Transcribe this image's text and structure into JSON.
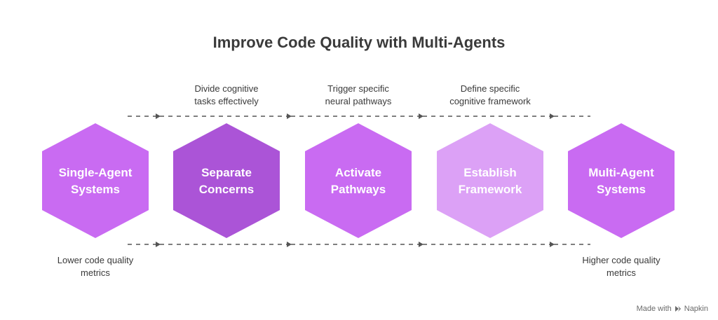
{
  "title": "Improve Code Quality with Multi-Agents",
  "colors": {
    "purple": "#c96bf2",
    "dark_purple": "#ab54d7",
    "light_purple": "#dca1f6",
    "arrow": "#555555",
    "text": "#3a3a3a"
  },
  "stages": [
    {
      "line1": "Single-Agent",
      "line2": "Systems",
      "color": "#c96bf2"
    },
    {
      "line1": "Separate",
      "line2": "Concerns",
      "color": "#ab54d7"
    },
    {
      "line1": "Activate",
      "line2": "Pathways",
      "color": "#c96bf2"
    },
    {
      "line1": "Establish",
      "line2": "Framework",
      "color": "#dca1f6"
    },
    {
      "line1": "Multi-Agent",
      "line2": "Systems",
      "color": "#c96bf2"
    }
  ],
  "top_captions": [
    {
      "line1": "Divide cognitive",
      "line2": "tasks effectively"
    },
    {
      "line1": "Trigger specific",
      "line2": "neural pathways"
    },
    {
      "line1": "Define specific",
      "line2": "cognitive framework"
    }
  ],
  "bottom_captions": [
    {
      "line1": "Lower code quality",
      "line2": "metrics"
    },
    {
      "line1": "Higher code quality",
      "line2": "metrics"
    }
  ],
  "watermark": {
    "prefix": "Made with",
    "brand": "Napkin"
  }
}
